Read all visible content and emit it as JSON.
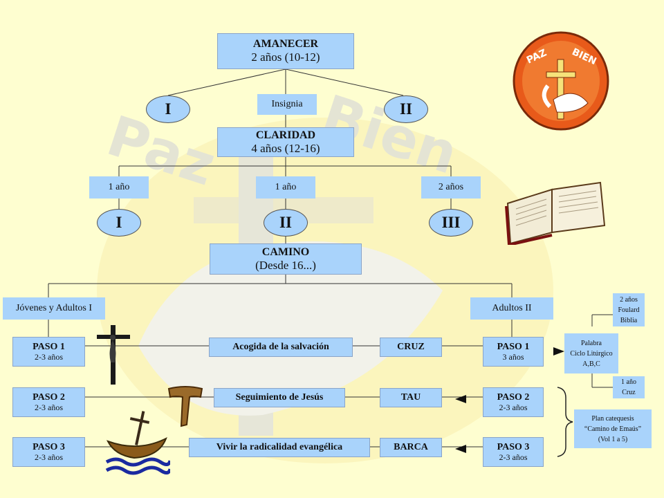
{
  "amanecer": {
    "title": "AMANECER",
    "subtitle": "2 años (10-12)",
    "insignia": "Insignia",
    "stage_1": "I",
    "stage_2": "II"
  },
  "claridad": {
    "title": "CLARIDAD",
    "subtitle": "4 años (12-16)",
    "durations": [
      "1 año",
      "1 año",
      "2 años"
    ],
    "stages": [
      "I",
      "II",
      "III"
    ]
  },
  "camino": {
    "title": "CAMINO",
    "subtitle": "(Desde 16...)"
  },
  "jovenes": {
    "title": "Jóvenes y Adultos I",
    "pasos": [
      {
        "label": "PASO 1",
        "years": "2-3 años"
      },
      {
        "label": "PASO 2",
        "years": "2-3 años"
      },
      {
        "label": "PASO 3",
        "years": "2-3 años"
      }
    ]
  },
  "adultos": {
    "title": "Adultos II",
    "pasos": [
      {
        "label": "PASO 1",
        "years": "3 años"
      },
      {
        "label": "PASO 2",
        "years": "2-3 años"
      },
      {
        "label": "PASO 3",
        "years": "2-3 años"
      }
    ]
  },
  "themes": [
    "Acogida de la salvación",
    "Seguimiento de Jesús",
    "Vivir la radicalidad evangélica"
  ],
  "symbols": [
    "CRUZ",
    "TAU",
    "BARCA"
  ],
  "side": {
    "palabra": [
      "Palabra",
      "Ciclo Litúrgico",
      "A,B,C"
    ],
    "foulard": [
      "2 años",
      "Foulard",
      "Biblia"
    ],
    "cruz": [
      "1 año",
      "Cruz"
    ],
    "plan": [
      "Plan catequesis",
      "“Camino de Emaús”",
      "(Vol 1 a 5)"
    ]
  },
  "logo": {
    "text_left": "PAZ",
    "text_right": "BIEN"
  },
  "colors": {
    "box": "#a9d3fb",
    "background": "#fefed0",
    "logo_orange": "#e85a1a"
  }
}
